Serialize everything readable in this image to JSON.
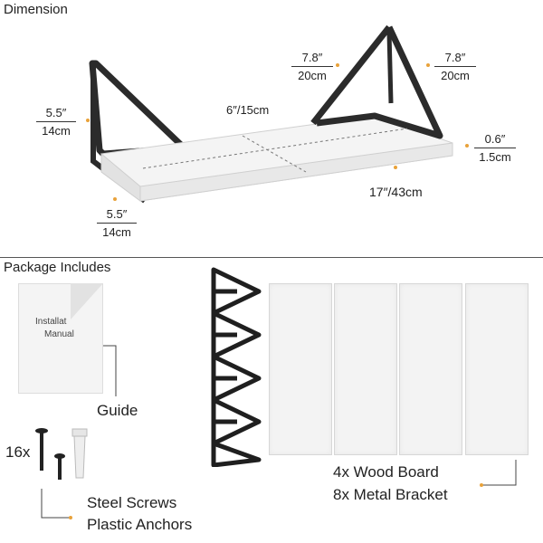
{
  "dimension_section": {
    "title": "Dimension",
    "left_bracket_height": {
      "top": "5.5″",
      "bottom": "14cm"
    },
    "bottom_depth": {
      "top": "5.5″",
      "bottom": "14cm"
    },
    "shelf_depth": "6″/15cm",
    "bracket_left_width": {
      "top": "7.8″",
      "bottom": "20cm"
    },
    "bracket_right_width": {
      "top": "7.8″",
      "bottom": "20cm"
    },
    "thickness": {
      "top": "0.6″",
      "bottom": "1.5cm"
    },
    "length": "17″/43cm"
  },
  "package_section": {
    "title": "Package Includes",
    "manual_text_line1": "Installat",
    "manual_text_line2": "Manual",
    "guide_label": "Guide",
    "screw_count": "16x",
    "screws_line1": "Steel Screws",
    "screws_line2": "Plastic Anchors",
    "boards_line1": "4x Wood Board",
    "boards_line2": "8x Metal Bracket"
  },
  "colors": {
    "accent_dot": "#e8a23a",
    "bracket": "#2b2b2b",
    "board": "#f3f3f3"
  }
}
